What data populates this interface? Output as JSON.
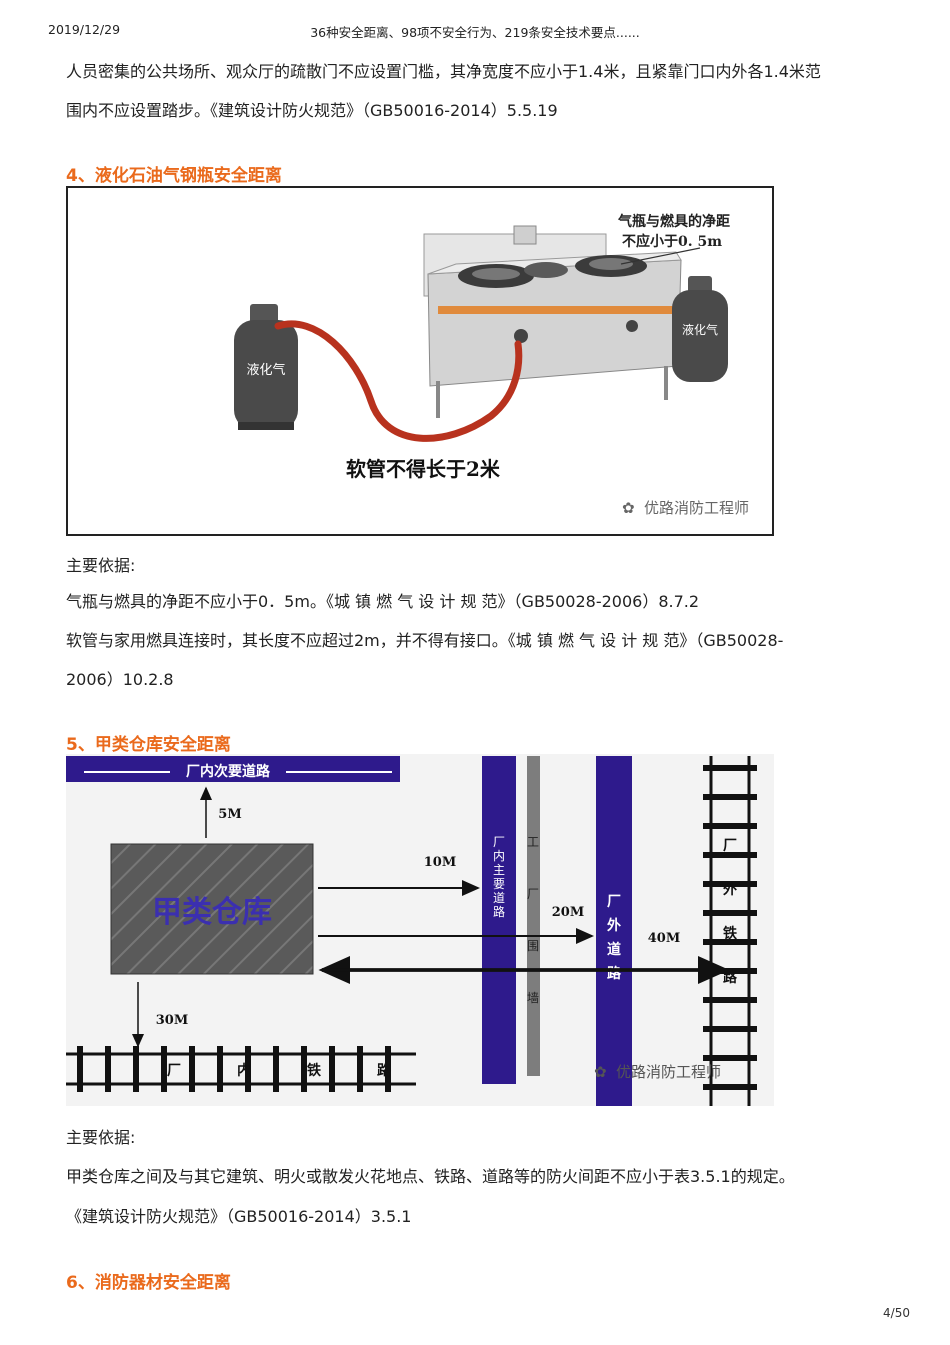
{
  "header": {
    "date": "2019/12/29",
    "title": "36种安全距离、98项不安全行为、219条安全技术要点......"
  },
  "intro": {
    "line1": "人员密集的公共场所、观众厅的疏散门不应设置门槛，其净宽度不应小于1.4米，且紧靠门口内外各1.4米范",
    "line2": "围内不应设置踏步。《建筑设计防火规范》（GB50016-2014）5.5.19"
  },
  "section4": {
    "heading": "4、液化石油气钢瓶安全距离",
    "figure": {
      "label_distance_line1": "气瓶与燃具的净距",
      "label_distance_line2": "不应小于0.  5m",
      "cylinder_label": "液化气",
      "hose_label": "软管不得长于2米",
      "watermark": "优路消防工程师"
    },
    "basis_title": "主要依据:",
    "basis_line1": "气瓶与燃具的净距不应小于0．5m。《城 镇 燃 气 设 计 规 范》（GB50028-2006）8.7.2",
    "basis_line2": "软管与家用燃具连接时，其长度不应超过2m，并不得有接口。《城 镇 燃 气 设 计 规 范》（GB50028-",
    "basis_line3": "2006）10.2.8"
  },
  "section5": {
    "heading": "5、甲类仓库安全距离",
    "figure": {
      "secondary_road": "厂内次要道路",
      "warehouse": "甲类仓库",
      "dist_5m": "5M",
      "dist_10m": "10M",
      "dist_20m": "20M",
      "dist_30m": "30M",
      "dist_40m": "40M",
      "main_road_chars": [
        "厂",
        "内",
        "主",
        "要",
        "道",
        "路"
      ],
      "wall_chars": [
        "工",
        "厂",
        "围",
        "墙"
      ],
      "outer_road_chars": [
        "厂",
        "外",
        "道",
        "路"
      ],
      "outer_rail_chars": [
        "厂",
        "外",
        "铁",
        "路"
      ],
      "inner_rail_chars": [
        "厂",
        "内",
        "铁",
        "路"
      ],
      "watermark": "优路消防工程师"
    },
    "basis_title": "主要依据:",
    "basis_line1": "甲类仓库之间及与其它建筑、明火或散发火花地点、铁路、道路等的防火间距不应小于表3.5.1的规定。",
    "basis_line2": "《建筑设计防火规范》（GB50016-2014）3.5.1"
  },
  "section6": {
    "heading": "6、消防器材安全距离"
  },
  "footer": {
    "page": "4/50"
  },
  "colors": {
    "heading": "#ea6a1c",
    "road": "#2e1a8c",
    "hose": "#b8321e",
    "warehouse": "#5a5a5a"
  }
}
